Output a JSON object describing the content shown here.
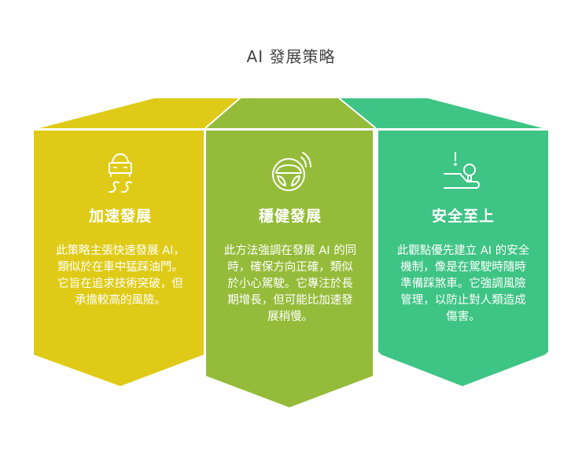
{
  "title": "AI 發展策略",
  "colors": {
    "yellow": "#dfcb17",
    "green": "#94bc3a",
    "teal": "#3ec484",
    "title_text": "#444444",
    "divider": "#ffffff"
  },
  "columns": [
    {
      "id": "accelerate",
      "icon": "car-skid-icon",
      "heading": "加速發展",
      "description": "此策略主張快速發展 AI，類似於在車中猛踩油門。它旨在追求技術突破，但承擔較高的風險。"
    },
    {
      "id": "steady",
      "icon": "steering-wheel-icon",
      "heading": "穩健發展",
      "description": "此方法強調在發展 AI 的同時，確保方向正確，類似於小心駕駛。它專注於長期增長，但可能比加速發展稍慢。"
    },
    {
      "id": "safety",
      "icon": "brake-pedal-warning-icon",
      "heading": "安全至上",
      "description": "此觀點優先建立 AI 的安全機制，像是在駕駛時隨時準備踩煞車。它強調風險管理，以防止對人類造成傷害。"
    }
  ]
}
